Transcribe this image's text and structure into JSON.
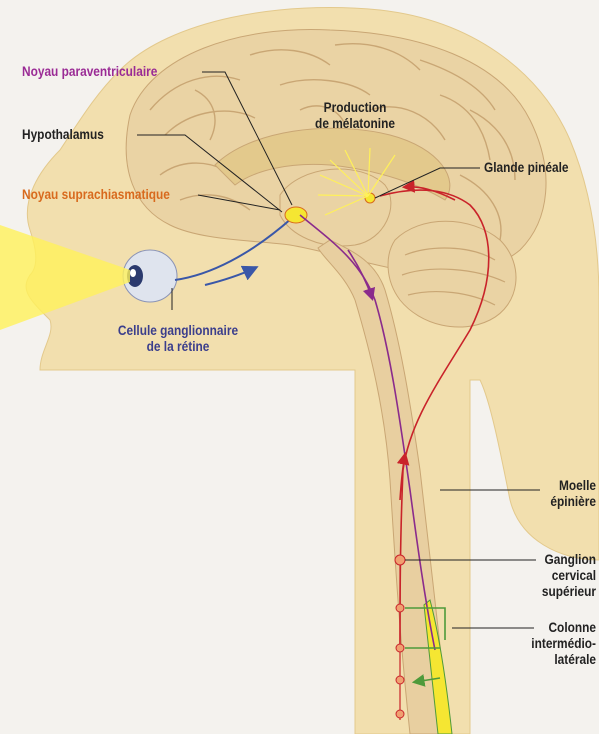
{
  "colors": {
    "skin": "#f2dfae",
    "skin_dark": "#e3c98c",
    "brain": "#ead3a4",
    "brain_fold": "#c9a674",
    "spine": "#e8cfa0",
    "background": "#f4f2ee",
    "purple_path": "#8a2b8c",
    "red_path": "#c9232a",
    "blue_path": "#3a57a8",
    "green_path": "#4e9a3a",
    "orange_label": "#d86a1e",
    "purple_label": "#9a2b95",
    "blue_label": "#3b3e8c",
    "dark_label": "#222222",
    "gland_yellow": "#f5e632",
    "light_beam": "#fff15a"
  },
  "labels": {
    "noyau_paraventriculaire": "Noyau paraventriculaire",
    "hypothalamus": "Hypothalamus",
    "noyau_suprachiasmatique": "Noyau suprachiasmatique",
    "production_line1": "Production",
    "production_line2": "de mélatonine",
    "glande_pineale": "Glande pinéale",
    "cellule_line1": "Cellule ganglionnaire",
    "cellule_line2": "de la rétine",
    "moelle_line1": "Moelle",
    "moelle_line2": "épinière",
    "ganglion_line1": "Ganglion",
    "ganglion_line2": "cervical",
    "ganglion_line3": "supérieur",
    "colonne_line1": "Colonne",
    "colonne_line2": "intermédio-",
    "colonne_line3": "latérale"
  }
}
